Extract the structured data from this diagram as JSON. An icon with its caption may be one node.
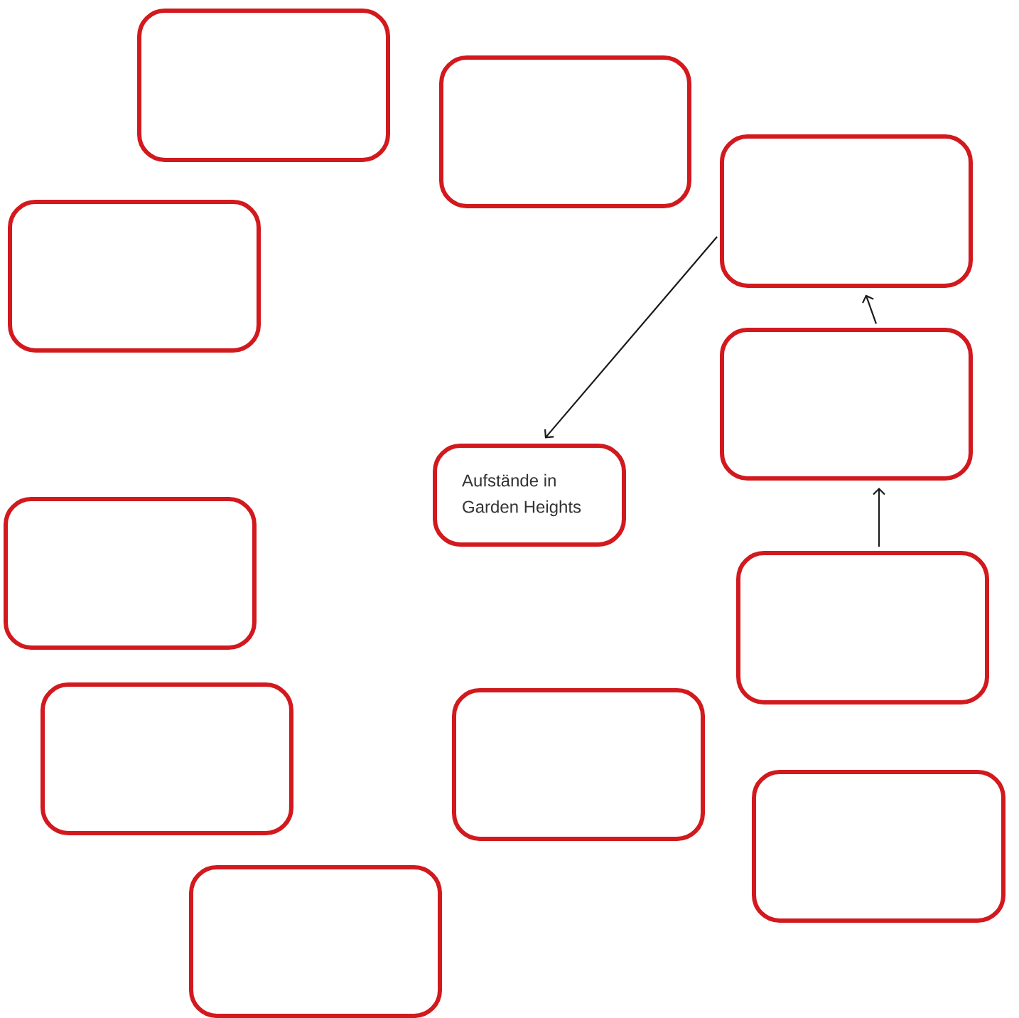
{
  "diagram": {
    "nodes": [
      {
        "text": [],
        "shape": "box"
      },
      {
        "text": [],
        "shape": "box"
      },
      {
        "text": [],
        "shape": "box"
      },
      {
        "text": [],
        "shape": "box"
      },
      {
        "text": [],
        "shape": "box"
      },
      {
        "text": [
          "Aufstände in Garden Heights"
        ]
      },
      {
        "text": [],
        "shape": "box"
      },
      {
        "text": [],
        "shape": "box"
      },
      {
        "text": [],
        "shape": "box"
      },
      {
        "text": [],
        "shape": "box"
      },
      {
        "text": [],
        "shape": "box"
      },
      {
        "text": [],
        "shape": "box"
      }
    ],
    "edges": [
      {
        "from": 2,
        "to": 5,
        "arrow": "to"
      },
      {
        "from": 4,
        "to": 2,
        "arrow": "to"
      },
      {
        "from": 7,
        "to": 4,
        "arrow": "to"
      }
    ]
  }
}
